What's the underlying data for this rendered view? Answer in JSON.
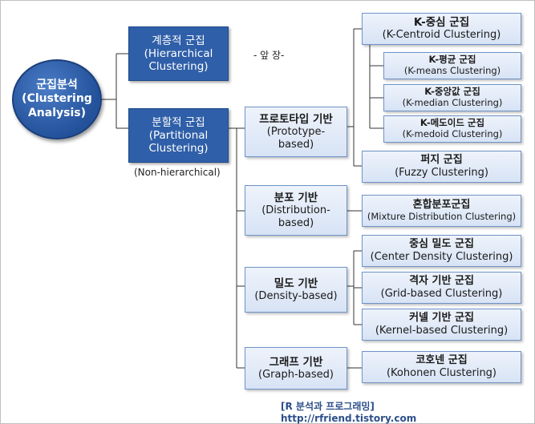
{
  "root": {
    "line1": "군집분석",
    "line2": "(Clustering",
    "line3": "Analysis)"
  },
  "hierarchical": {
    "title": "계층적 군집",
    "sub1": "(Hierarchical",
    "sub2": "Clustering)"
  },
  "partitional": {
    "title": "분할적 군집",
    "sub1": "(Partitional",
    "sub2": "Clustering)",
    "note": "(Non-hierarchical)"
  },
  "ahead_note": "- 앞 장-",
  "prototype": {
    "title": "프로토타입 기반",
    "sub1": "(Prototype-",
    "sub2": "based)"
  },
  "distribution": {
    "title": "분포 기반",
    "sub1": "(Distribution-",
    "sub2": "based)"
  },
  "density": {
    "title": "밀도 기반",
    "sub1": "(Density-based)"
  },
  "graph": {
    "title": "그래프 기반",
    "sub1": "(Graph-based)"
  },
  "kcentroid": {
    "title": "K-중심 군집",
    "sub": "(K-Centroid Clustering)"
  },
  "kmeans": {
    "title": "K-평균 군집",
    "sub": "(K-means Clustering)"
  },
  "kmedian": {
    "title": "K-중앙값 군집",
    "sub": "(K-median Clustering)"
  },
  "kmedoid": {
    "title": "K-메도이드 군집",
    "sub": "(K-medoid Clustering)"
  },
  "fuzzy": {
    "title": "퍼지 군집",
    "sub": "(Fuzzy Clustering)"
  },
  "mixture": {
    "title": "혼합분포군집",
    "sub": "(Mixture Distribution Clustering)"
  },
  "center_density": {
    "title": "중심 밀도 군집",
    "sub": "(Center Density Clustering)"
  },
  "grid": {
    "title": "격자 기반 군집",
    "sub": "(Grid-based Clustering)"
  },
  "kernel": {
    "title": "커넬 기반 군집",
    "sub": "(Kernel-based Clustering)"
  },
  "kohonen": {
    "title": "코호넨 군집",
    "sub": "(Kohonen Clustering)"
  },
  "footer": {
    "source": "[R 분석과 프로그래밍]",
    "url": "http://rfriend.tistory.com"
  }
}
